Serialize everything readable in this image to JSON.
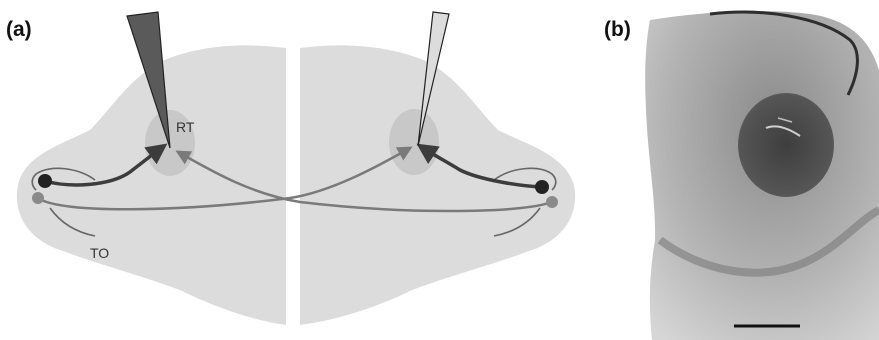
{
  "panels": {
    "a": {
      "label": "(a)"
    },
    "b": {
      "label": "(b)"
    }
  },
  "diagram": {
    "region_rt": "RT",
    "region_to": "TO"
  },
  "colors": {
    "background": "#ffffff",
    "brain_outline": "#dcdcdc",
    "rt_region": "#c8c8c8",
    "dark_pathway": "#3c3c3c",
    "light_pathway": "#7a7a7a",
    "left_electrode": "#5a5a5a",
    "right_electrode": "#dcdcdc"
  },
  "icons": {
    "left_electrode": "recording-electrode-icon",
    "right_electrode": "recording-electrode-icon",
    "scale_bar": "scale-bar-icon"
  }
}
